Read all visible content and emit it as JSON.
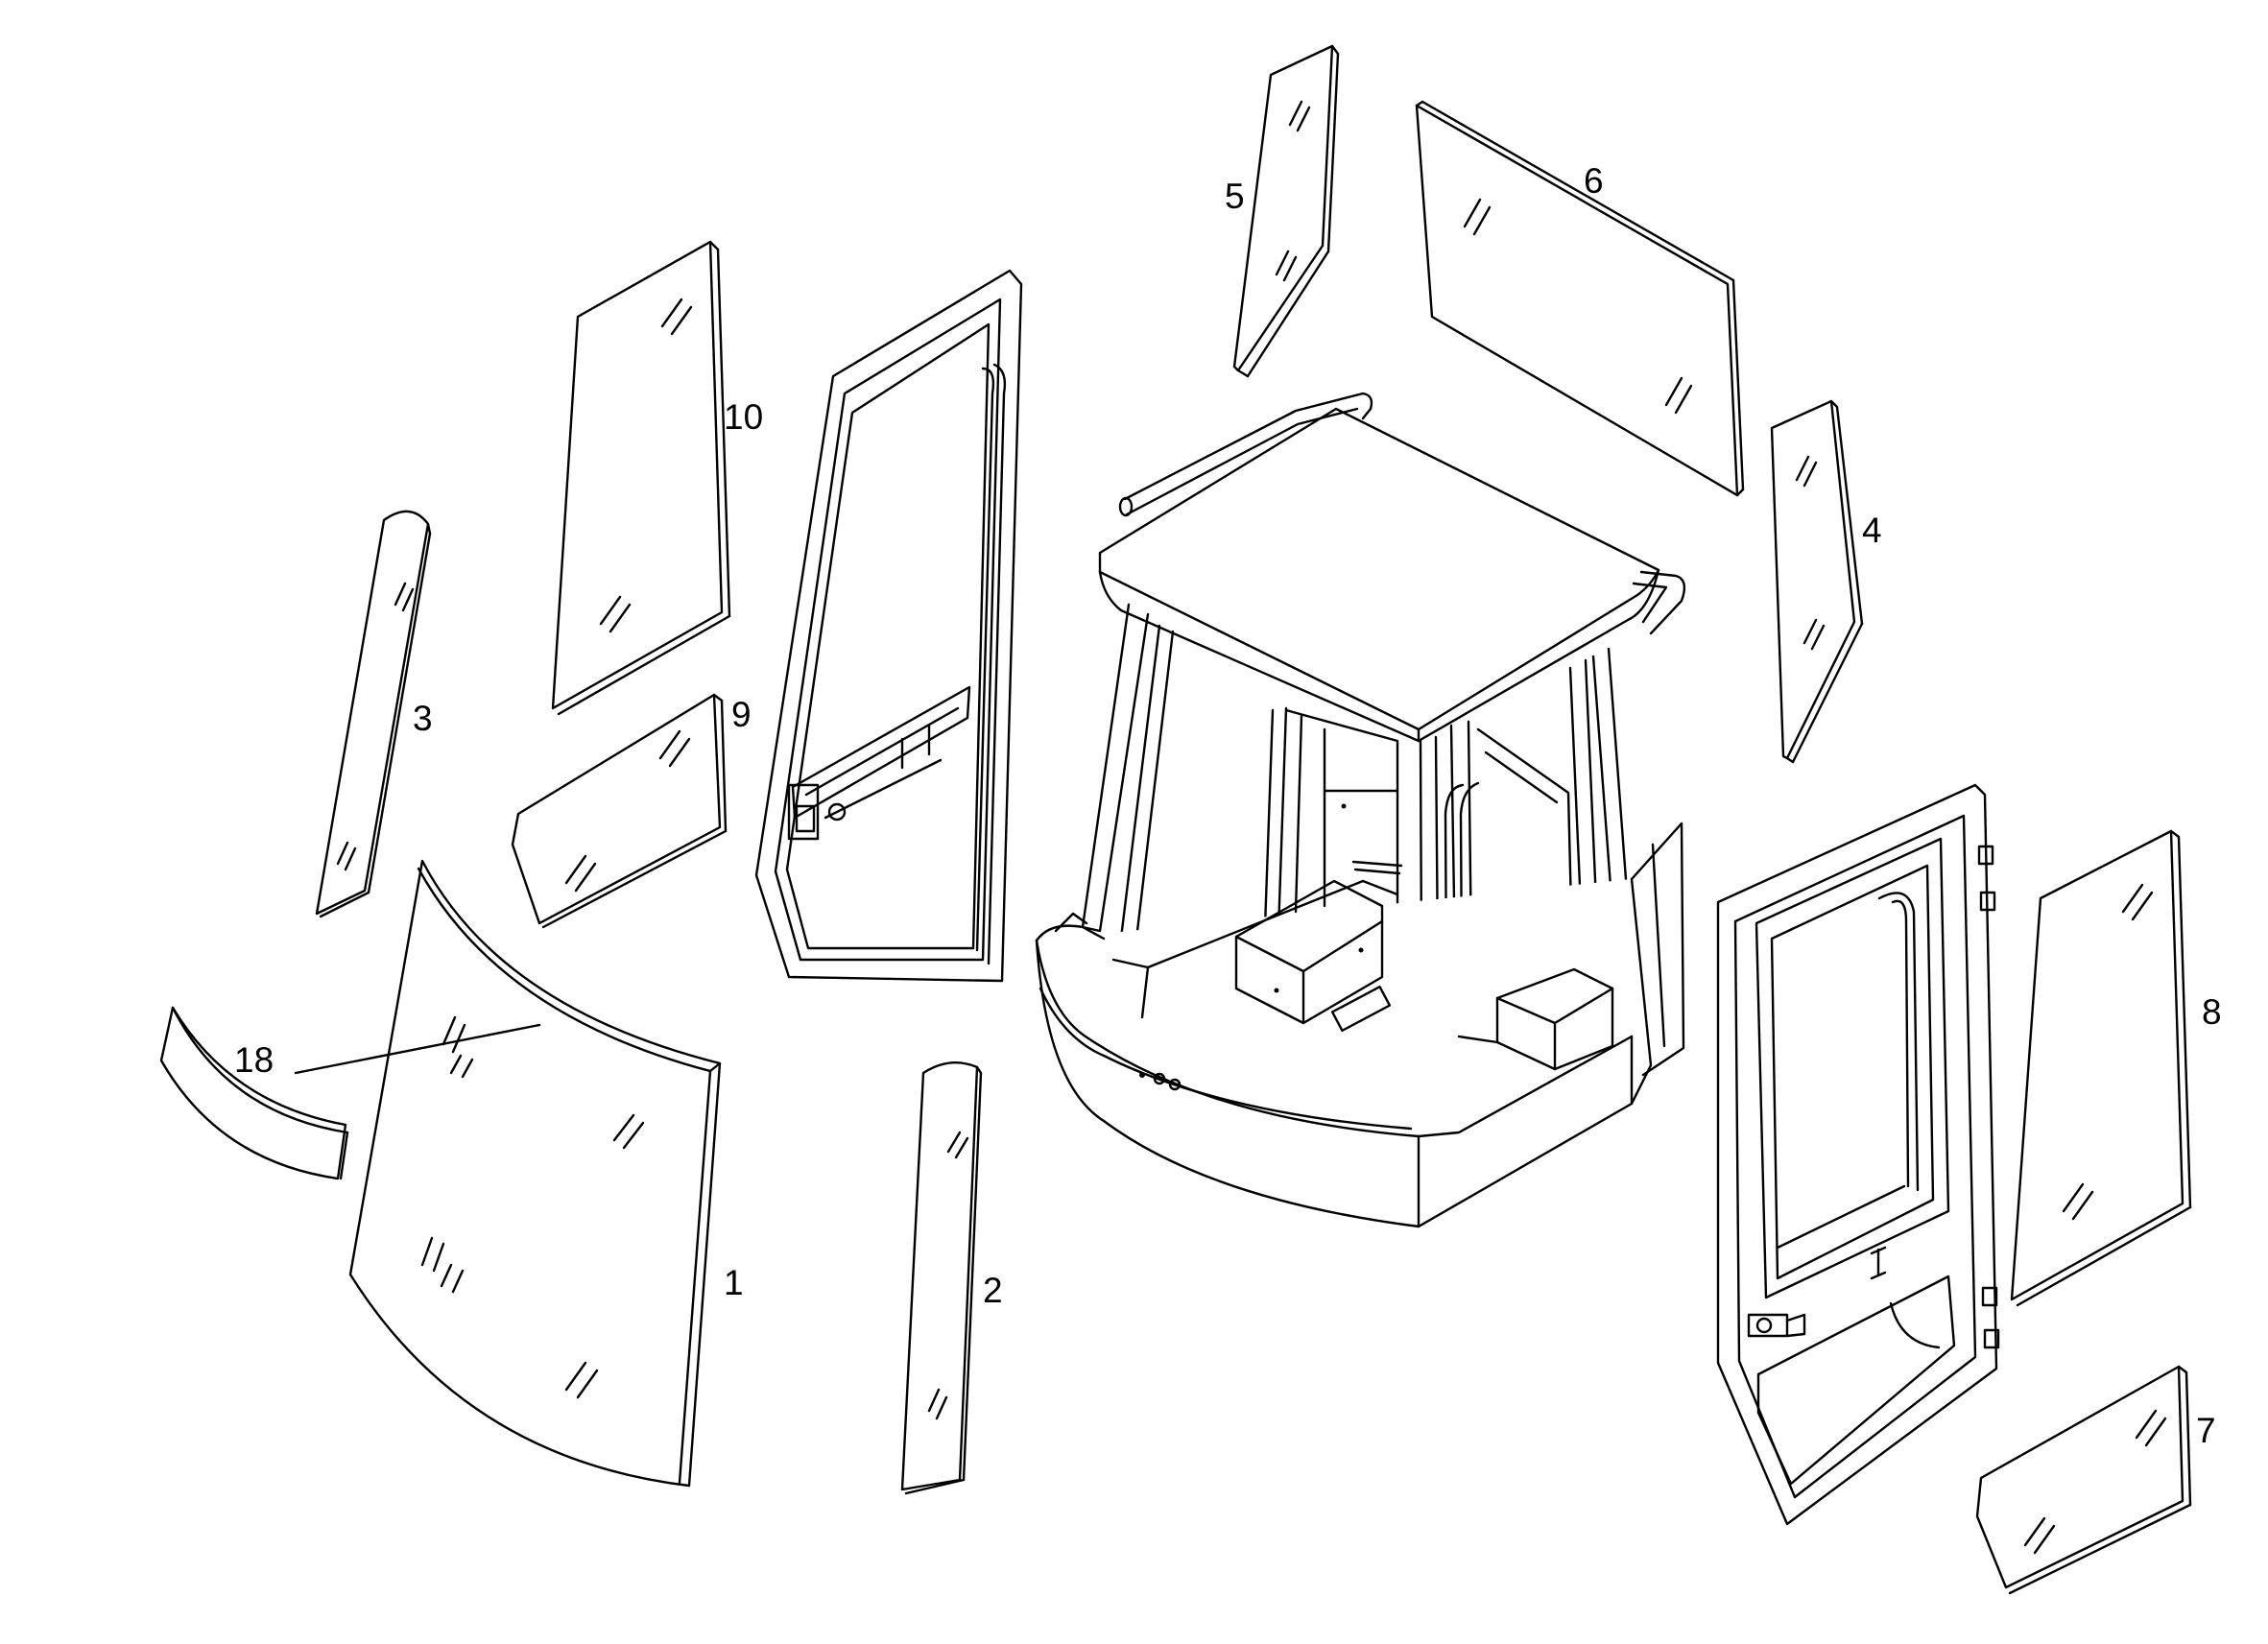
{
  "callouts": {
    "c1": "1",
    "c2": "2",
    "c3": "3",
    "c4": "4",
    "c5": "5",
    "c6": "6",
    "c7": "7",
    "c8": "8",
    "c9": "9",
    "c10": "10",
    "c18": "18"
  }
}
